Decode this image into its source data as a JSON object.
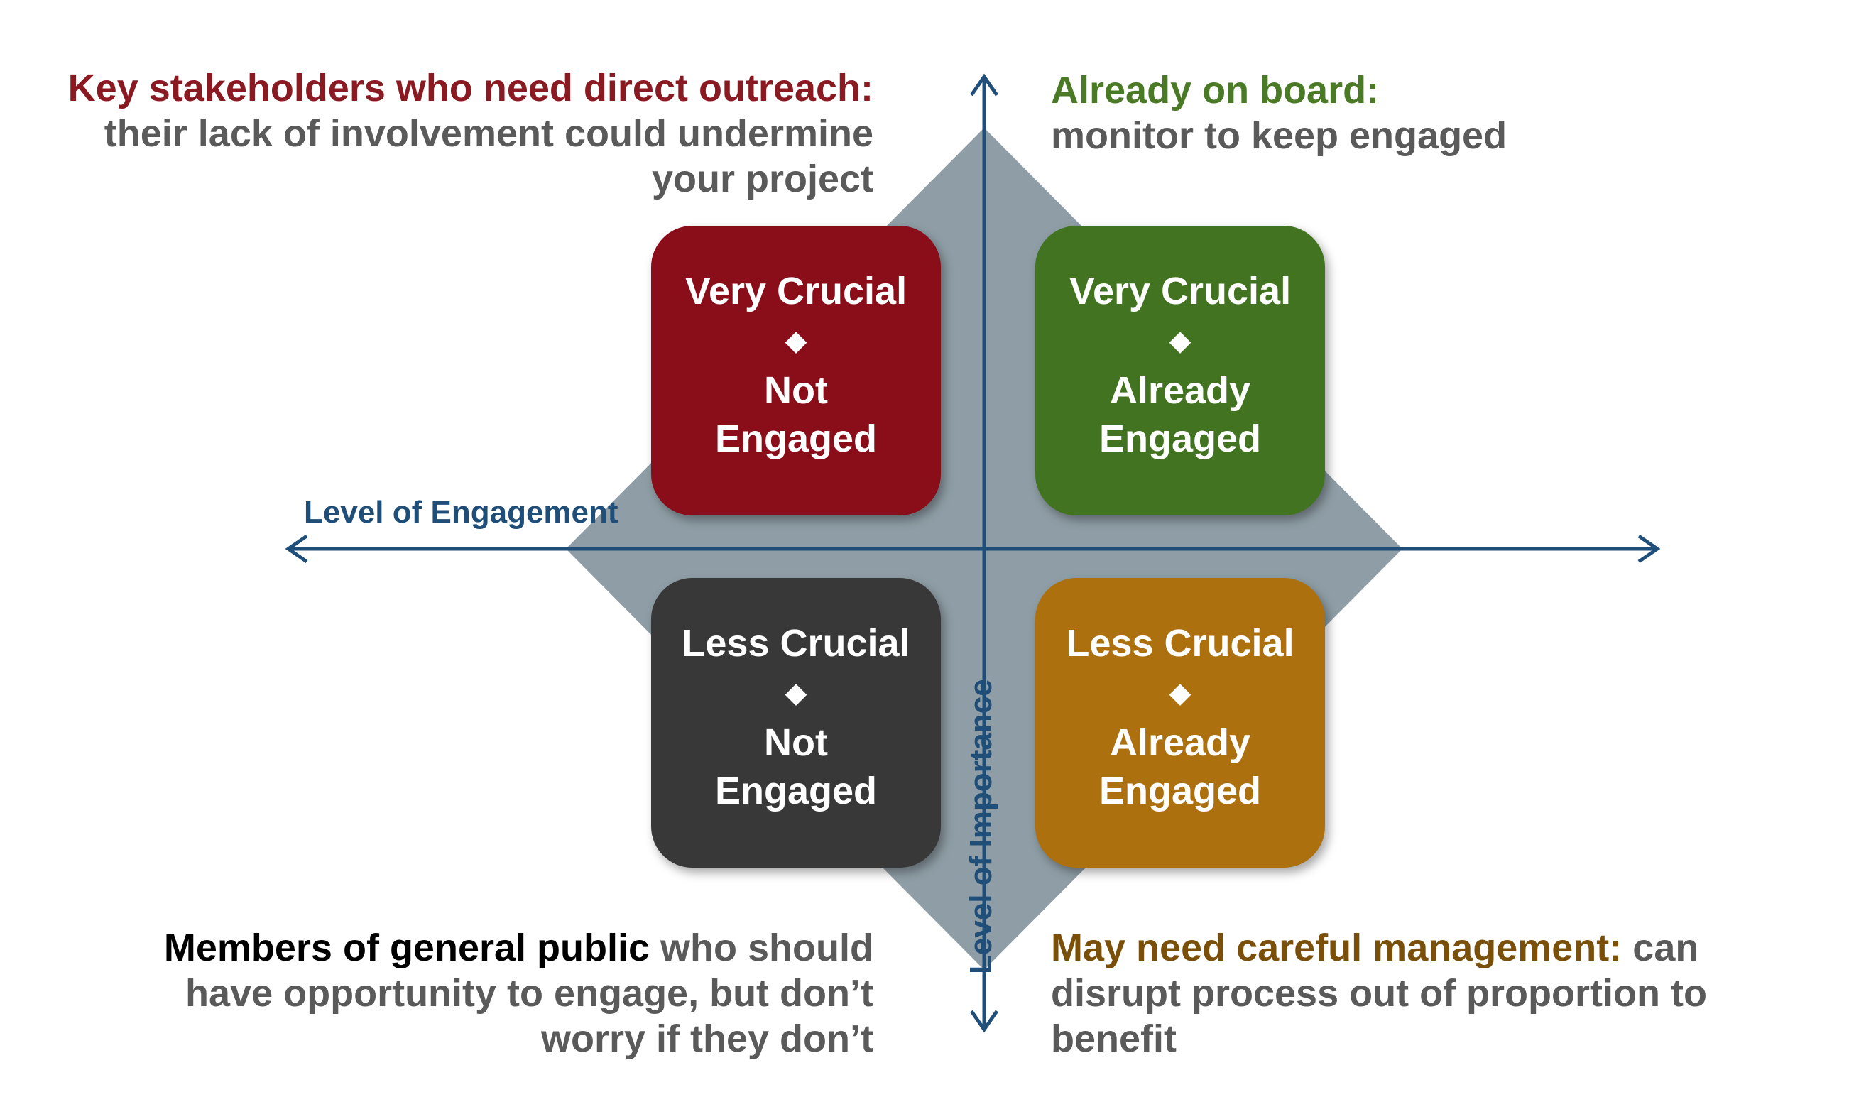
{
  "colors": {
    "background_diamond": "#8f9ea6",
    "axis": "#1f4e79",
    "quadrant_top_left": "#8a0d1a",
    "quadrant_top_right": "#427320",
    "quadrant_bottom_left": "#383838",
    "quadrant_bottom_right": "#ad700e",
    "callout_body_text": "#5a5a5a"
  },
  "axes": {
    "x_label": "Level of Engagement",
    "y_label": "Level of Importance"
  },
  "quadrants": {
    "top_left": {
      "top_label": "Very Crucial",
      "separator": "◆",
      "bottom_label": "Not\nEngaged"
    },
    "top_right": {
      "top_label": "Very Crucial",
      "separator": "◆",
      "bottom_label": "Already\nEngaged"
    },
    "bottom_left": {
      "top_label": "Less Crucial",
      "separator": "◆",
      "bottom_label": "Not\nEngaged"
    },
    "bottom_right": {
      "top_label": "Less Crucial",
      "separator": "◆",
      "bottom_label": "Already\nEngaged"
    }
  },
  "callouts": {
    "top_left": {
      "lead": "Key stakeholders who need direct outreach:",
      "lead_color": "#8a1a22",
      "body": "their lack of involvement could undermine your project"
    },
    "top_right": {
      "lead": "Already on board:",
      "lead_color": "#4a7a25",
      "body": "monitor to keep engaged"
    },
    "bottom_left": {
      "lead": "Members of general public",
      "lead_color": "#000000",
      "body": "who should have opportunity to engage, but don’t worry if they don’t"
    },
    "bottom_right": {
      "lead": "May need careful management:",
      "lead_color": "#7a4f0a",
      "body": "can disrupt process out of proportion to benefit"
    }
  }
}
